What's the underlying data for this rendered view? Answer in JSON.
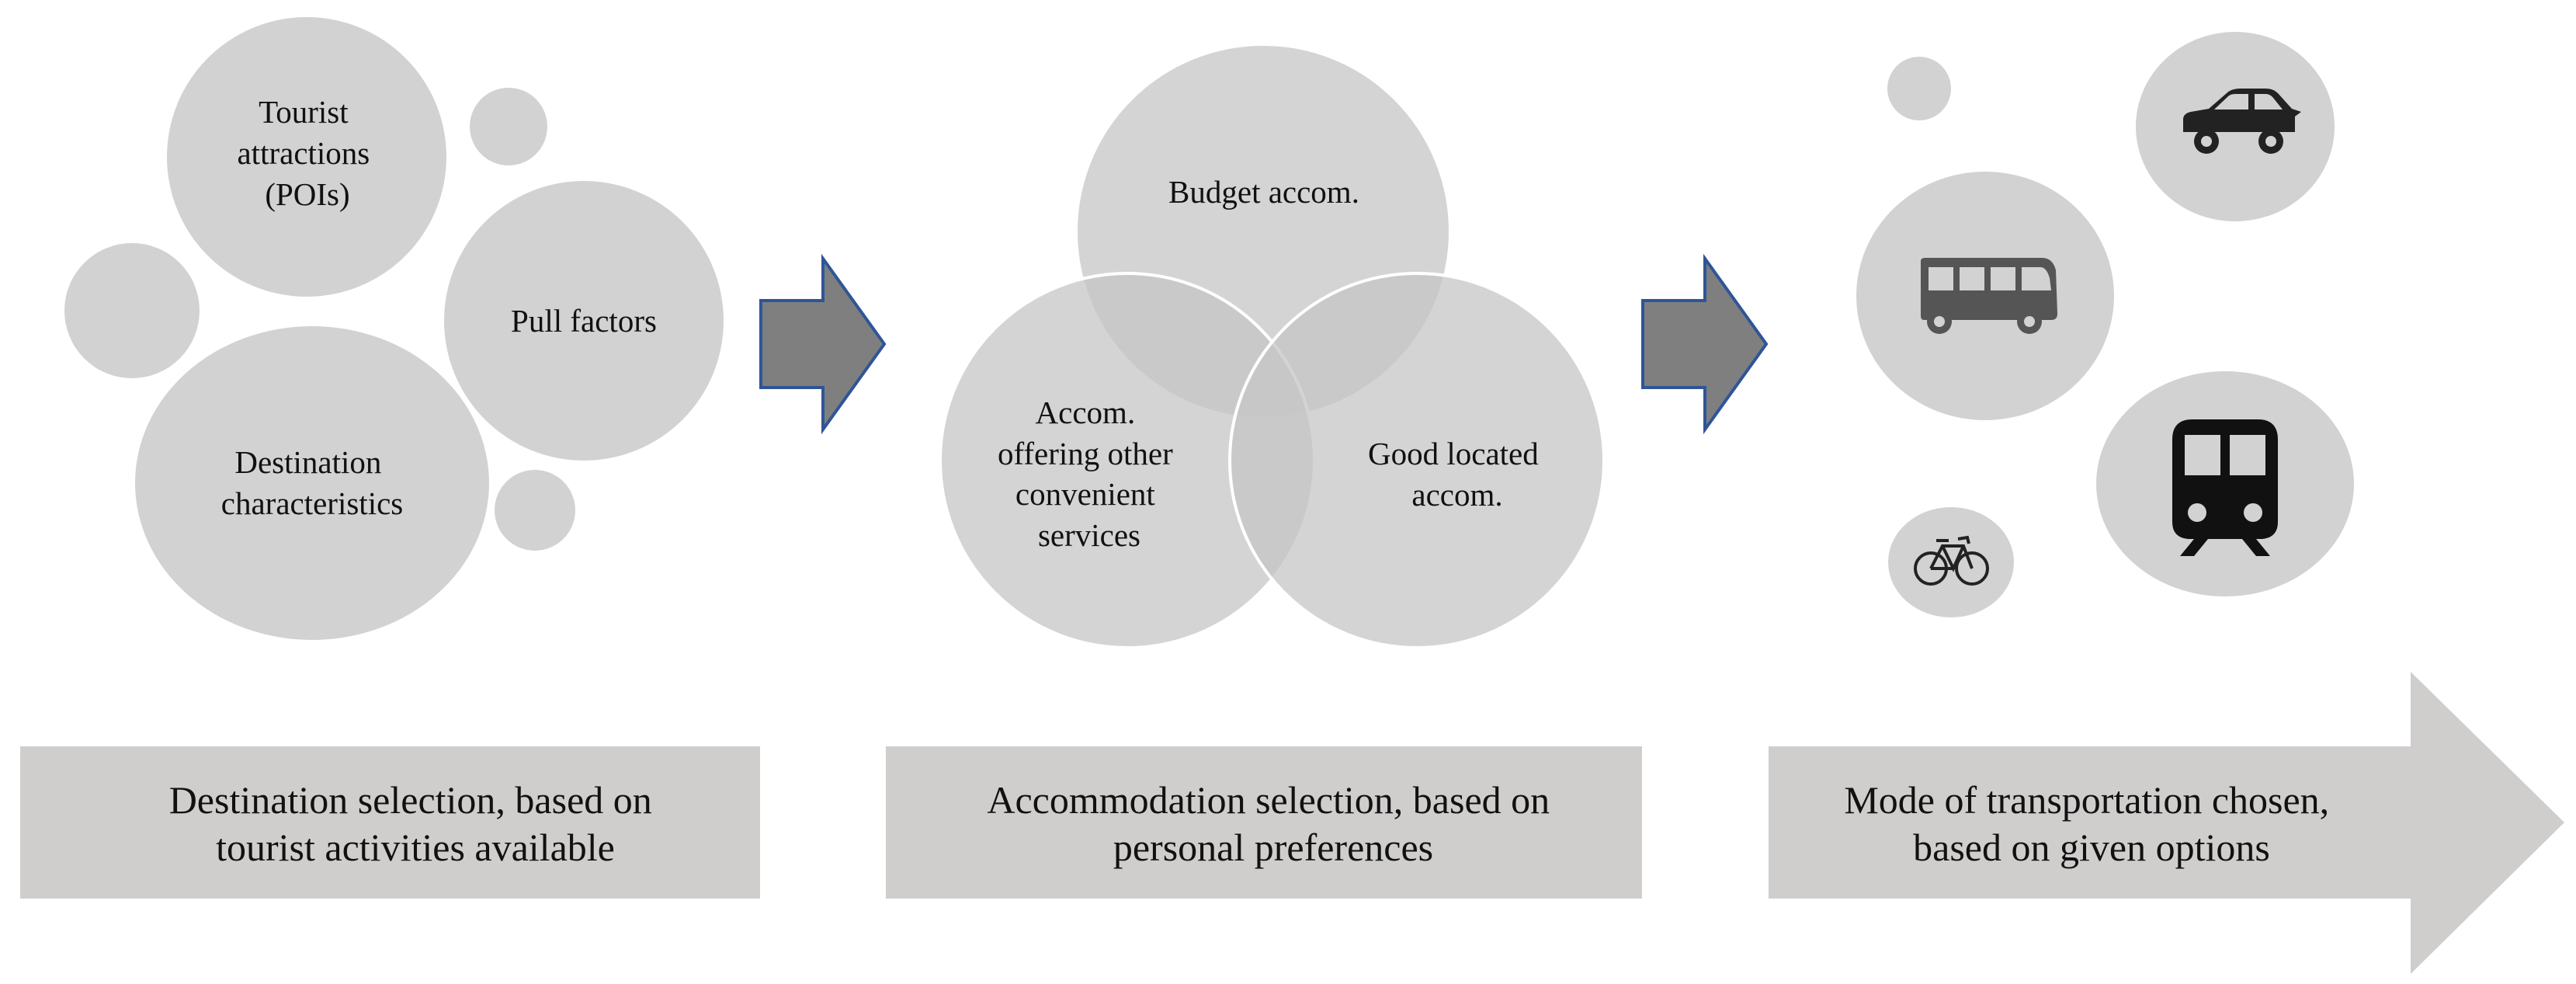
{
  "colors": {
    "circle": "#d2d2d2",
    "venn": "#c6c6c6",
    "caption_box": "#d0cdcd",
    "arrow_fill": "#7f7f7f",
    "arrow_stroke": "#2f5597",
    "icon": "#222222",
    "icon_bus": "#555555"
  },
  "destination": {
    "labels": {
      "tourist_attractions": [
        "Tourist",
        "attractions",
        "(POIs)"
      ],
      "pull_factors": "Pull factors",
      "destination_characteristics": [
        "Destination",
        "characteristics"
      ]
    },
    "caption": [
      "Destination selection, based on",
      "tourist activities available"
    ]
  },
  "accommodation": {
    "labels": {
      "budget": "Budget accom.",
      "other_services": [
        "Accom.",
        "offering other",
        "convenient",
        "services"
      ],
      "good_located": [
        "Good located",
        "accom."
      ]
    },
    "caption": [
      "Accommodation selection, based on",
      "personal preferences"
    ]
  },
  "transportation": {
    "icons": [
      "car-icon",
      "bus-icon",
      "train-icon",
      "bicycle-icon"
    ],
    "caption": [
      "Mode of transportation chosen,",
      "based on given options"
    ]
  }
}
